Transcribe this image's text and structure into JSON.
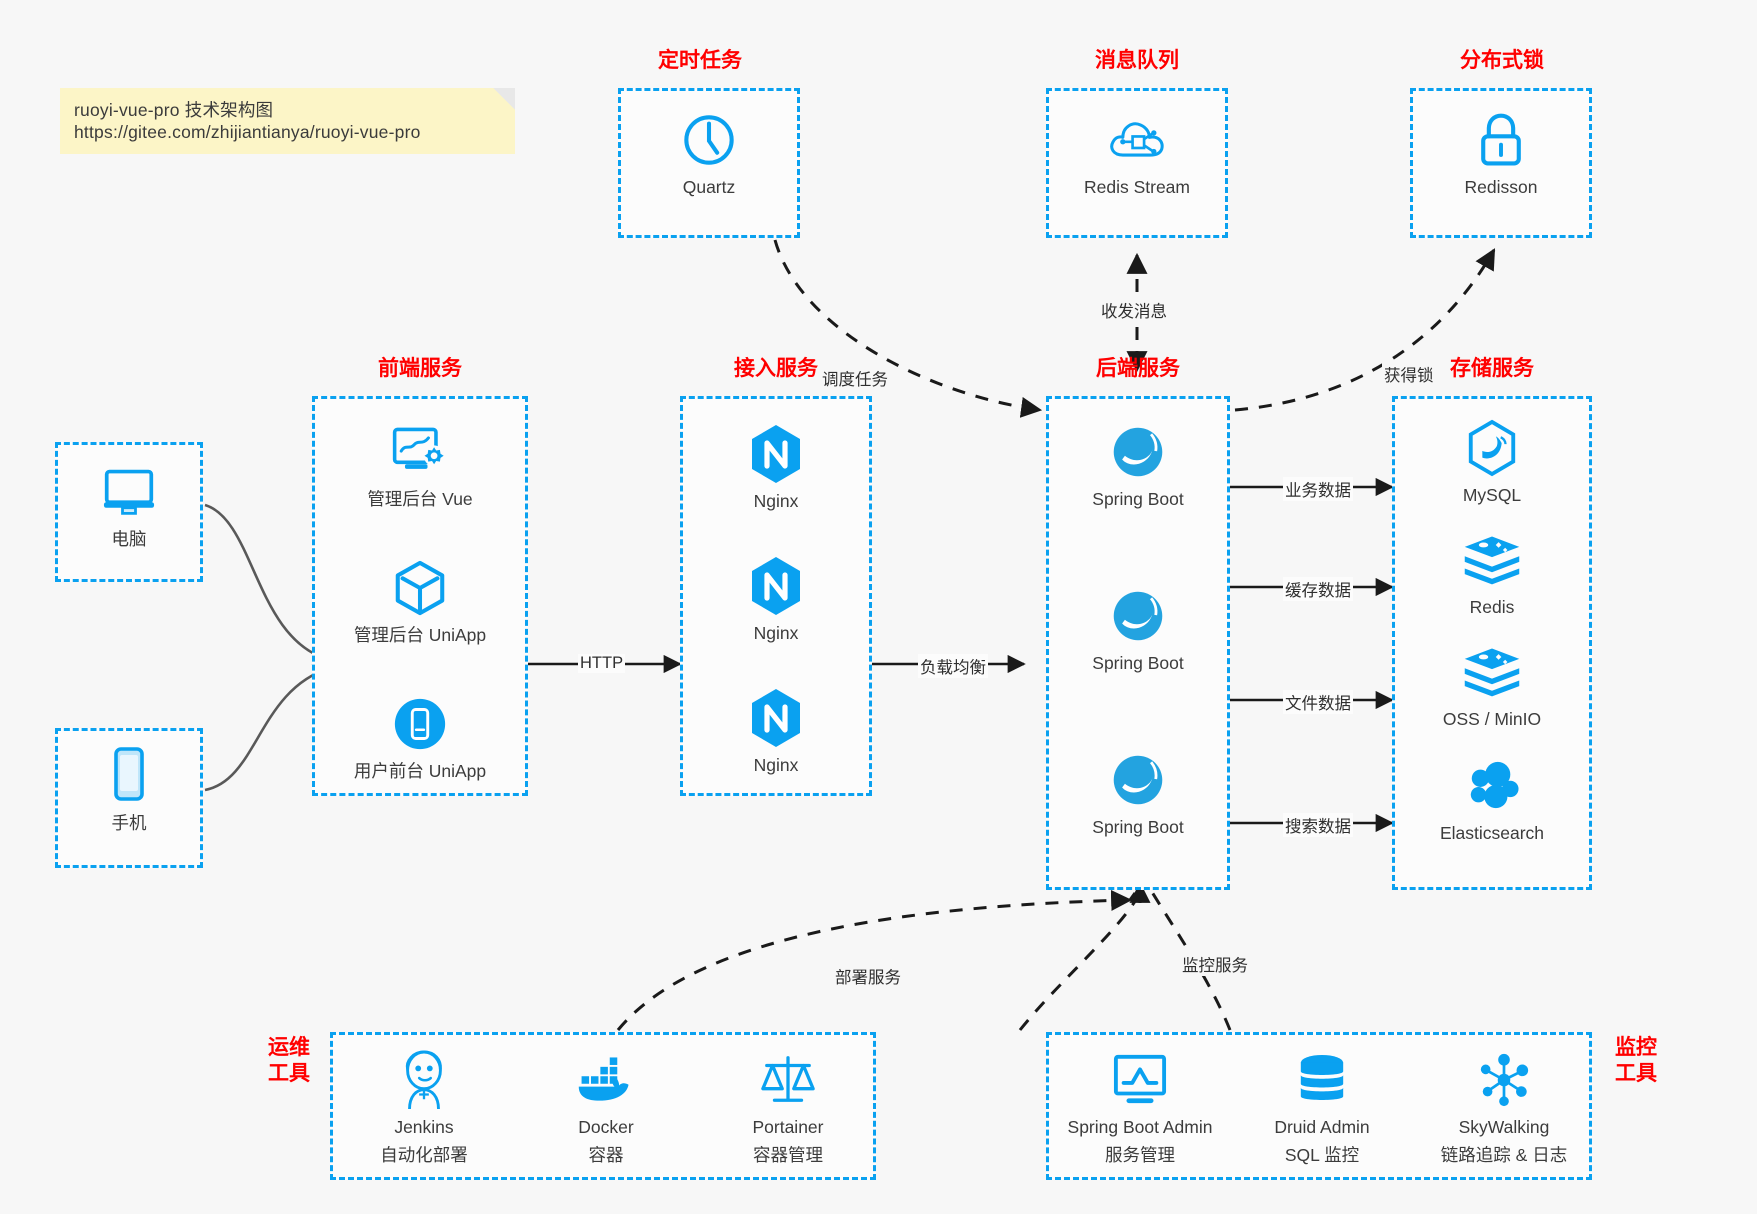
{
  "note": {
    "line1": "ruoyi-vue-pro 技术架构图",
    "line2": "https://gitee.com/zhijiantianya/ruoyi-vue-pro"
  },
  "colors": {
    "accent": "#0aa1f0",
    "caption": "#ff0000",
    "text": "#3c3c3c",
    "background": "#f7f7f7",
    "note": "#fcf5c7",
    "arrow": "#1a1a1a",
    "client_arrow": "#595959"
  },
  "groups": {
    "scheduled_task": {
      "caption": "定时任务",
      "nodes": [
        {
          "label": "Quartz",
          "icon": "clock-icon"
        }
      ]
    },
    "message_queue": {
      "caption": "消息队列",
      "nodes": [
        {
          "label": "Redis Stream",
          "icon": "cloud-network-icon"
        }
      ]
    },
    "distributed_lock": {
      "caption": "分布式锁",
      "nodes": [
        {
          "label": "Redisson",
          "icon": "lock-icon"
        }
      ]
    },
    "clients": {
      "nodes": [
        {
          "label": "电脑",
          "icon": "desktop-monitor-icon"
        },
        {
          "label": "手机",
          "icon": "mobile-phone-icon"
        }
      ]
    },
    "frontend_service": {
      "caption": "前端服务",
      "nodes": [
        {
          "label": "管理后台 Vue",
          "icon": "dashboard-gear-icon"
        },
        {
          "label": "管理后台 UniApp",
          "icon": "cube-icon"
        },
        {
          "label": "用户前台 UniApp",
          "icon": "phone-app-icon"
        }
      ]
    },
    "gateway_service": {
      "caption": "接入服务",
      "nodes": [
        {
          "label": "Nginx",
          "icon": "nginx-icon"
        },
        {
          "label": "Nginx",
          "icon": "nginx-icon"
        },
        {
          "label": "Nginx",
          "icon": "nginx-icon"
        }
      ]
    },
    "backend_service": {
      "caption": "后端服务",
      "nodes": [
        {
          "label": "Spring Boot",
          "icon": "spring-boot-icon"
        },
        {
          "label": "Spring Boot",
          "icon": "spring-boot-icon"
        },
        {
          "label": "Spring Boot",
          "icon": "spring-boot-icon"
        }
      ]
    },
    "storage_service": {
      "caption": "存储服务",
      "nodes": [
        {
          "label": "MySQL",
          "icon": "mysql-dolphin-icon"
        },
        {
          "label": "Redis",
          "icon": "redis-stack-icon"
        },
        {
          "label": "OSS / MinIO",
          "icon": "redis-stack-icon"
        },
        {
          "label": "Elasticsearch",
          "icon": "elasticsearch-icon"
        }
      ]
    },
    "ops_tools": {
      "caption_line1": "运维",
      "caption_line2": "工具",
      "nodes": [
        {
          "label": "Jenkins",
          "sub": "自动化部署",
          "icon": "jenkins-butler-icon"
        },
        {
          "label": "Docker",
          "sub": "容器",
          "icon": "docker-whale-icon"
        },
        {
          "label": "Portainer",
          "sub": "容器管理",
          "icon": "scales-icon"
        }
      ]
    },
    "monitor_tools": {
      "caption_line1": "监控",
      "caption_line2": "工具",
      "nodes": [
        {
          "label": "Spring Boot Admin",
          "sub": "服务管理",
          "icon": "monitor-chart-icon"
        },
        {
          "label": "Druid Admin",
          "sub": "SQL 监控",
          "icon": "database-icon"
        },
        {
          "label": "SkyWalking",
          "sub": "链路追踪 & 日志",
          "icon": "skywalking-node-icon"
        }
      ]
    }
  },
  "edges": [
    {
      "label": "HTTP",
      "from": "frontend_service",
      "to": "gateway_service",
      "style": "solid"
    },
    {
      "label": "负载均衡",
      "from": "gateway_service",
      "to": "backend_service",
      "style": "solid"
    },
    {
      "label": "业务数据",
      "from": "backend_service",
      "to": "storage_service",
      "style": "solid"
    },
    {
      "label": "缓存数据",
      "from": "backend_service",
      "to": "storage_service",
      "style": "solid"
    },
    {
      "label": "文件数据",
      "from": "backend_service",
      "to": "storage_service",
      "style": "solid"
    },
    {
      "label": "搜索数据",
      "from": "backend_service",
      "to": "storage_service",
      "style": "solid"
    },
    {
      "label": "调度任务",
      "from": "scheduled_task",
      "to": "backend_service",
      "style": "dashed"
    },
    {
      "label": "收发消息",
      "from": "message_queue",
      "to": "backend_service",
      "style": "dashed-bidirectional"
    },
    {
      "label": "获得锁",
      "from": "backend_service",
      "to": "distributed_lock",
      "style": "dashed"
    },
    {
      "label": "部署服务",
      "from": "ops_tools",
      "to": "backend_service",
      "style": "dashed"
    },
    {
      "label": "监控服务",
      "from": "monitor_tools",
      "to": "backend_service",
      "style": "dashed"
    }
  ]
}
